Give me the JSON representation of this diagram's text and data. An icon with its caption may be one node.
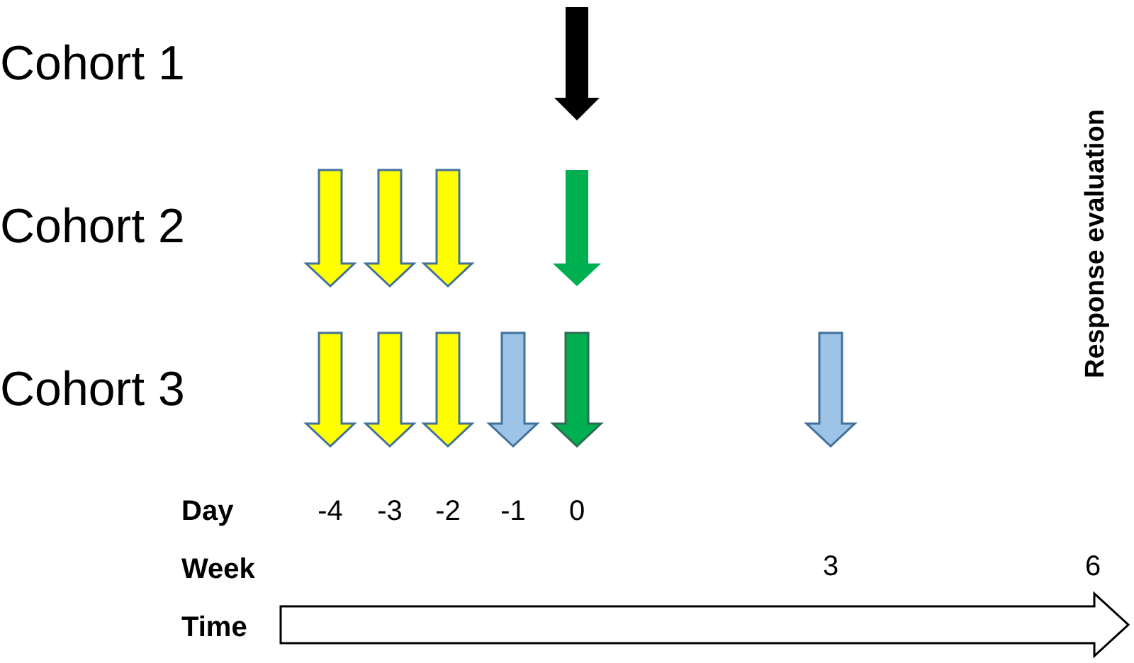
{
  "diagram": {
    "labels": [
      "Cohort 1",
      "Cohort 2",
      "Cohort 3",
      "Response evaluation",
      "Day",
      "-4",
      "-3",
      "-2",
      "-1",
      "0",
      "Week",
      "3",
      "6",
      "Time"
    ]
  }
}
